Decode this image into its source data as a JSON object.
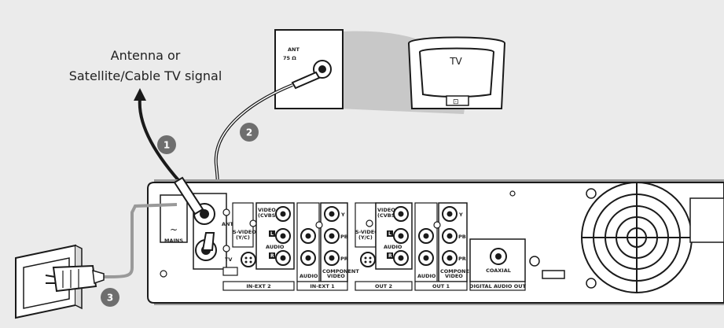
{
  "signal_label": [
    "Antenna or",
    "Satellite/Cable TV signal"
  ],
  "tv": {
    "label": "TV",
    "ant_label": "ANT",
    "ohm_label": "75 Ω",
    "port_glyph": "⊡"
  },
  "steps": [
    "1",
    "2",
    "3"
  ],
  "recorder": {
    "mains_label": "MAINS",
    "mains_symbol": "~",
    "antenna_label": "ANTENNA",
    "tv_label": "TV",
    "video_cvbs": [
      "VIDEO",
      "(CVBS)"
    ],
    "svideo": [
      "S-VIDEO",
      "(Y/C)"
    ],
    "audio": "AUDIO",
    "component_video": [
      "COMPONENT",
      "VIDEO"
    ],
    "y": "Y",
    "pb": "PB",
    "pr": "PR",
    "l": "L",
    "r": "R",
    "coaxial": "COAXIAL",
    "groups": [
      "IN-EXT 2",
      "IN-EXT 1",
      "OUT 2",
      "OUT 1",
      "DIGITAL AUDIO OUT"
    ]
  },
  "colors": {
    "background": "#ebebeb",
    "panel": "#ffffff",
    "outline": "#1a1a1a",
    "shadow": "#9a9a9a",
    "badge": "#6e6e6e",
    "mains_cable": "#999999",
    "tv_beam": "#c8c8c8"
  }
}
